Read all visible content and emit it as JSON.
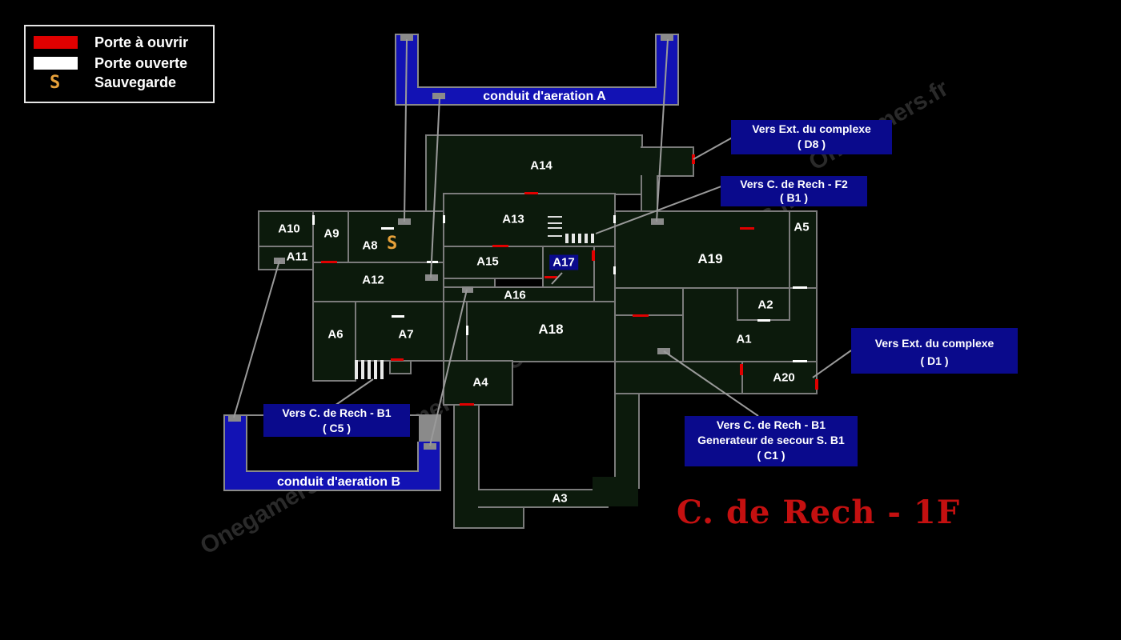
{
  "legend": {
    "items": [
      {
        "label": "Porte à ouvrir",
        "color": "#e00000"
      },
      {
        "label": "Porte ouverte",
        "color": "#ffffff"
      },
      {
        "label": "Sauvegarde",
        "icon": "S"
      }
    ]
  },
  "map_title": "C. de Rech - 1F",
  "watermark": "Onegamers.fr",
  "rooms": {
    "A1": "A1",
    "A2": "A2",
    "A3": "A3",
    "A4": "A4",
    "A5": "A5",
    "A6": "A6",
    "A7": "A7",
    "A8": "A8",
    "A9": "A9",
    "A10": "A10",
    "A11": "A11",
    "A12": "A12",
    "A13": "A13",
    "A14": "A14",
    "A15": "A15",
    "A16": "A16",
    "A17": "A17",
    "A18": "A18",
    "A19": "A19",
    "A20": "A20"
  },
  "save_icon": "S",
  "vents": {
    "a": "conduit d'aeration A",
    "b": "conduit d'aeration B"
  },
  "callouts": {
    "d8": {
      "line1": "Vers Ext. du complexe",
      "line2": "( D8 )"
    },
    "b1": {
      "line1": "Vers C. de Rech - F2",
      "line2": "( B1 )"
    },
    "d1": {
      "line1": "Vers Ext. du complexe",
      "line2": "( D1 )"
    },
    "c5": {
      "line1": "Vers C. de Rech - B1",
      "line2": "( C5 )"
    },
    "c1": {
      "line1": "Vers C. de Rech - B1",
      "line2": "Generateur de secour S. B1",
      "line3": "( C1 )"
    }
  },
  "colors": {
    "door_locked": "#e00000",
    "door_open": "#ffffff",
    "room_fill": "#0c1a0c",
    "wall": "#7b7b7b",
    "vent": "#1212b4",
    "callout": "#0a0a8c",
    "title": "#c41010"
  }
}
